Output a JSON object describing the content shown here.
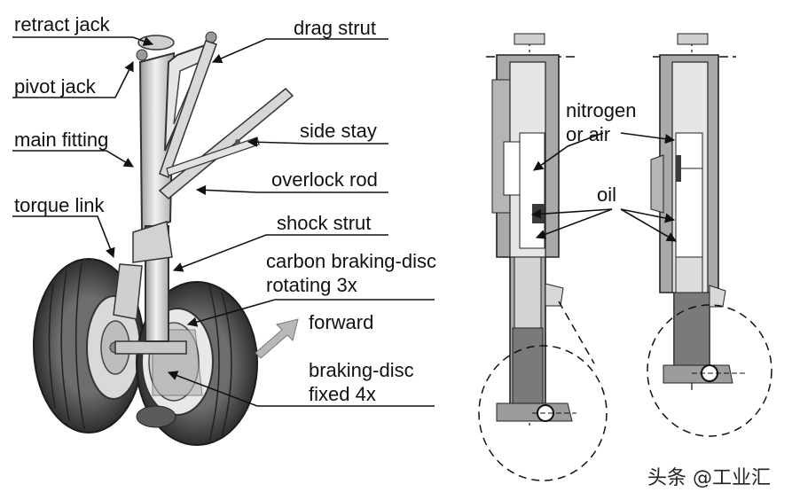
{
  "labels": {
    "retract_jack": "retract jack",
    "pivot_jack": "pivot jack",
    "main_fitting": "main fitting",
    "torque_link": "torque link",
    "drag_strut": "drag strut",
    "side_stay": "side stay",
    "overlock_rod": "overlock rod",
    "shock_strut": "shock strut",
    "carbon_disc_line1": "carbon braking-disc",
    "carbon_disc_line2": "rotating 3x",
    "forward": "forward",
    "braking_disc_line1": "braking-disc",
    "braking_disc_line2": "fixed 4x",
    "nitrogen_line1": "nitrogen",
    "nitrogen_line2": "or air",
    "oil": "oil"
  },
  "watermark": "头条 @工业汇",
  "colors": {
    "ink": "#111111",
    "metal_light": "#e4e4e4",
    "metal_mid": "#bdbdbd",
    "metal_dark": "#7a7a7a",
    "tire": "#3a3a3a",
    "arrow_fill": "#b8b8b8"
  }
}
